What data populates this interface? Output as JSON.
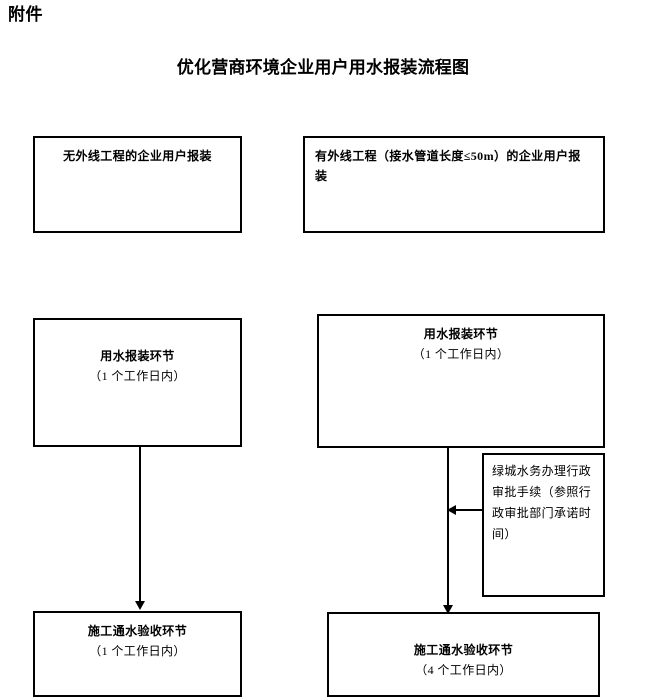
{
  "document": {
    "attachment_label": "附件",
    "title": "优化营商环境企业用户用水报装流程图"
  },
  "flow": {
    "nodes": [
      {
        "id": "no-exterior-pipeline-application",
        "heading": "无外线工程的企业用户报装",
        "subtext": ""
      },
      {
        "id": "with-exterior-pipeline-application",
        "heading": "有外线工程（接水管道长度≤50m）的企业用户报装",
        "subtext": ""
      },
      {
        "id": "water-application-step-left",
        "heading": "用水报装环节",
        "subtext": "（1 个工作日内）"
      },
      {
        "id": "water-application-step-right",
        "heading": "用水报装环节",
        "subtext": "（1 个工作日内）"
      },
      {
        "id": "administrative-approval",
        "heading": "绿城水务办理行政审批手续",
        "subtext": "（参照行政审批部门承诺时间）"
      },
      {
        "id": "construction-acceptance-left",
        "heading": "施工通水验收环节",
        "subtext": "（1 个工作日内）"
      },
      {
        "id": "construction-acceptance-right",
        "heading": "施工通水验收环节",
        "subtext": "（4 个工作日内）"
      }
    ],
    "connectors": [
      {
        "id": "left-down-arrow",
        "from": "water-application-step-left",
        "to": "construction-acceptance-left",
        "direction": "down"
      },
      {
        "id": "right-down-arrow",
        "from": "water-application-step-right",
        "to": "construction-acceptance-right",
        "direction": "down"
      },
      {
        "id": "approval-merge-arrow",
        "from": "administrative-approval",
        "to": "right-down-arrow",
        "direction": "left"
      }
    ]
  },
  "style": {
    "border_color": "#000000",
    "text_color": "#000000",
    "background": "#ffffff"
  }
}
